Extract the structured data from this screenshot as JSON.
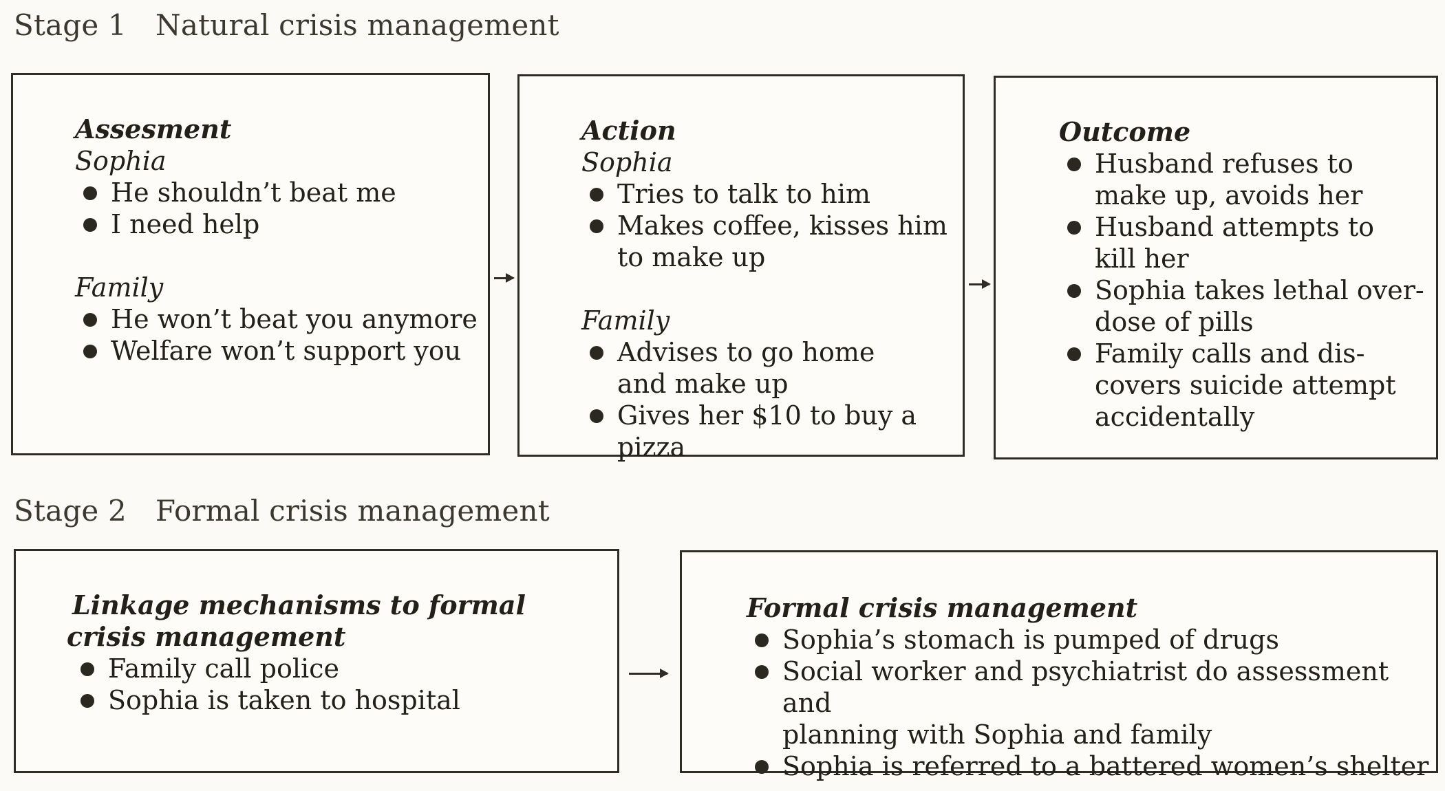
{
  "stage1": {
    "number": "Stage 1",
    "title": "Natural crisis management",
    "assessment": {
      "title": "Assesment",
      "sophia": {
        "label": "Sophia",
        "items": [
          "He shouldn’t beat me",
          "I need help"
        ]
      },
      "family": {
        "label": "Family",
        "items": [
          "He won’t beat you anymore",
          "Welfare won’t support you"
        ]
      }
    },
    "action": {
      "title": "Action",
      "sophia": {
        "label": "Sophia",
        "items": [
          "Tries to talk to him",
          "Makes coffee, kisses him\nto make up"
        ]
      },
      "family": {
        "label": "Family",
        "items": [
          "Advises to go home\nand make up",
          "Gives her $10 to buy a pizza"
        ]
      }
    },
    "outcome": {
      "title": "Outcome",
      "items": [
        "Husband refuses to\nmake up, avoids her",
        "Husband attempts to\nkill her",
        "Sophia takes lethal over-\ndose of pills",
        "Family calls and dis-\ncovers suicide attempt\naccidentally"
      ]
    }
  },
  "stage2": {
    "number": "Stage 2",
    "title": "Formal crisis management",
    "linkage": {
      "title_line1": "Linkage mechanisms to formal",
      "title_line2": "crisis management",
      "items": [
        "Family call police",
        "Sophia is taken to hospital"
      ]
    },
    "formal": {
      "title": "Formal crisis management",
      "items": [
        "Sophia’s stomach is pumped of drugs",
        "Social worker and psychiatrist do assessment and\nplanning with Sophia and family",
        "Sophia is referred to a battered women’s shelter"
      ]
    }
  }
}
